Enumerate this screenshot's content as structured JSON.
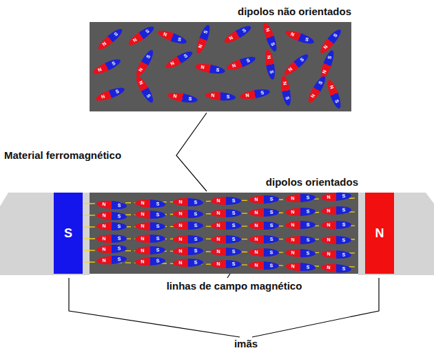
{
  "diagram": {
    "nodes": [
      {
        "text": [
          "dipolos não orientados"
        ]
      },
      {
        "text": [
          "N",
          "S"
        ],
        "in": 0
      },
      {
        "text": [
          "N",
          "S"
        ],
        "in": 0
      },
      {
        "text": [
          "N",
          "S"
        ],
        "in": 0
      },
      {
        "text": [
          "N",
          "S"
        ],
        "in": 0
      },
      {
        "text": [
          "N",
          "S"
        ],
        "in": 0
      },
      {
        "text": [
          "N",
          "S"
        ],
        "in": 0
      },
      {
        "text": [
          "N",
          "S"
        ],
        "in": 0
      },
      {
        "text": [
          "N",
          "S"
        ],
        "in": 0
      },
      {
        "text": [
          "N",
          "S"
        ],
        "in": 0
      },
      {
        "text": [
          "N",
          "S"
        ],
        "in": 0
      },
      {
        "text": [
          "N",
          "S"
        ],
        "in": 0
      },
      {
        "text": [
          "N",
          "S"
        ],
        "in": 0
      },
      {
        "text": [
          "N",
          "S"
        ],
        "in": 0
      },
      {
        "text": [
          "N",
          "S"
        ],
        "in": 0
      },
      {
        "text": [
          "N",
          "S"
        ],
        "in": 0
      },
      {
        "text": [
          "N",
          "S"
        ],
        "in": 0
      },
      {
        "text": [
          "N",
          "S"
        ],
        "in": 0
      },
      {
        "text": [
          "N",
          "S"
        ],
        "in": 0
      },
      {
        "text": [
          "N",
          "S"
        ],
        "in": 0
      },
      {
        "text": [
          "N",
          "S"
        ],
        "in": 0
      },
      {
        "text": [
          "N",
          "S"
        ],
        "in": 0
      },
      {
        "text": [
          "N",
          "S"
        ],
        "in": 0
      },
      {
        "text": [
          "N",
          "S"
        ],
        "in": 0
      },
      {
        "text": [
          "N",
          "S"
        ],
        "in": 0
      },
      {
        "text": [
          "dipolos orientados"
        ]
      },
      {
        "text": [
          "N",
          "S"
        ],
        "in": 25
      },
      {
        "text": [
          "N",
          "S"
        ],
        "in": 25
      },
      {
        "text": [
          "N",
          "S"
        ],
        "in": 25
      },
      {
        "text": [
          "N",
          "S"
        ],
        "in": 25
      },
      {
        "text": [
          "N",
          "S"
        ],
        "in": 25
      },
      {
        "text": [
          "N",
          "S"
        ],
        "in": 25
      },
      {
        "text": [
          "N",
          "S"
        ],
        "in": 25
      },
      {
        "text": [
          "N",
          "S"
        ],
        "in": 25
      },
      {
        "text": [
          "N",
          "S"
        ],
        "in": 25
      },
      {
        "text": [
          "N",
          "S"
        ],
        "in": 25
      },
      {
        "text": [
          "N",
          "S"
        ],
        "in": 25
      },
      {
        "text": [
          "N",
          "S"
        ],
        "in": 25
      },
      {
        "text": [
          "N",
          "S"
        ],
        "in": 25
      },
      {
        "text": [
          "N",
          "S"
        ],
        "in": 25
      },
      {
        "text": [
          "N",
          "S"
        ],
        "in": 25
      },
      {
        "text": [
          "N",
          "S"
        ],
        "in": 25
      },
      {
        "text": [
          "N",
          "S"
        ],
        "in": 25
      },
      {
        "text": [
          "N",
          "S"
        ],
        "in": 25
      },
      {
        "text": [
          "N",
          "S"
        ],
        "in": 25
      },
      {
        "text": [
          "N",
          "S"
        ],
        "in": 25
      },
      {
        "text": [
          "N",
          "S"
        ],
        "in": 25
      },
      {
        "text": [
          "N",
          "S"
        ],
        "in": 25
      },
      {
        "text": [
          "N",
          "S"
        ],
        "in": 25
      },
      {
        "text": [
          "N",
          "S"
        ],
        "in": 25
      },
      {
        "text": [
          "N",
          "S"
        ],
        "in": 25
      },
      {
        "text": [
          "N",
          "S"
        ],
        "in": 25
      },
      {
        "text": [
          "N",
          "S"
        ],
        "in": 25
      },
      {
        "text": [
          "N",
          "S"
        ],
        "in": 25
      },
      {
        "text": [
          "N",
          "S"
        ],
        "in": 25
      },
      {
        "text": [
          "N",
          "S"
        ],
        "in": 25
      },
      {
        "text": [
          "N",
          "S"
        ],
        "in": 25
      },
      {
        "text": [
          "N",
          "S"
        ],
        "in": 25
      },
      {
        "text": [
          "N",
          "S"
        ],
        "in": 25
      },
      {
        "text": [
          "N",
          "S"
        ],
        "in": 25
      },
      {
        "text": [
          "N",
          "S"
        ],
        "in": 25
      },
      {
        "text": [
          "N",
          "S"
        ],
        "in": 25
      },
      {
        "text": [
          "N",
          "S"
        ],
        "in": 25
      },
      {
        "text": [
          "N",
          "S"
        ],
        "in": 25
      },
      {
        "text": [
          "N",
          "S"
        ],
        "in": 25
      },
      {
        "text": [
          "N",
          "S"
        ],
        "in": 25
      },
      {
        "text": [
          "N",
          "S"
        ],
        "in": 25
      },
      {
        "text": [
          "N",
          "S"
        ],
        "in": 25
      },
      {
        "text": [
          "S"
        ]
      },
      {
        "text": [
          "N"
        ]
      }
    ],
    "labels": [
      "Material ferromagnético",
      "linhas de campo magnético",
      "imãs"
    ]
  }
}
